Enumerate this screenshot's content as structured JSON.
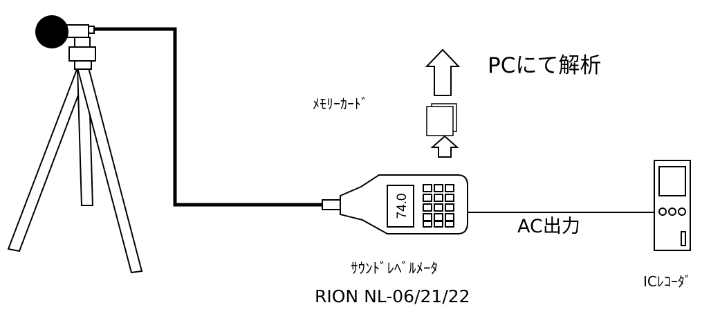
{
  "labels": {
    "pc_analysis": "PCにて解析",
    "memory_card": "ﾒﾓﾘｰｶｰﾄﾞ",
    "ac_output": "AC出力",
    "sound_level_meter": "ｻｳﾝﾄﾞﾚﾍﾞﾙﾒｰﾀ",
    "model": "RION NL-06/21/22",
    "ic_recorder": "ICﾚｺｰﾀﾞ"
  },
  "meter": {
    "display_value": "74.0"
  },
  "icons": [
    "tripod-icon",
    "microphone-icon",
    "sound-level-meter-icon",
    "memory-card-icon",
    "up-arrow-icon",
    "ic-recorder-icon"
  ]
}
